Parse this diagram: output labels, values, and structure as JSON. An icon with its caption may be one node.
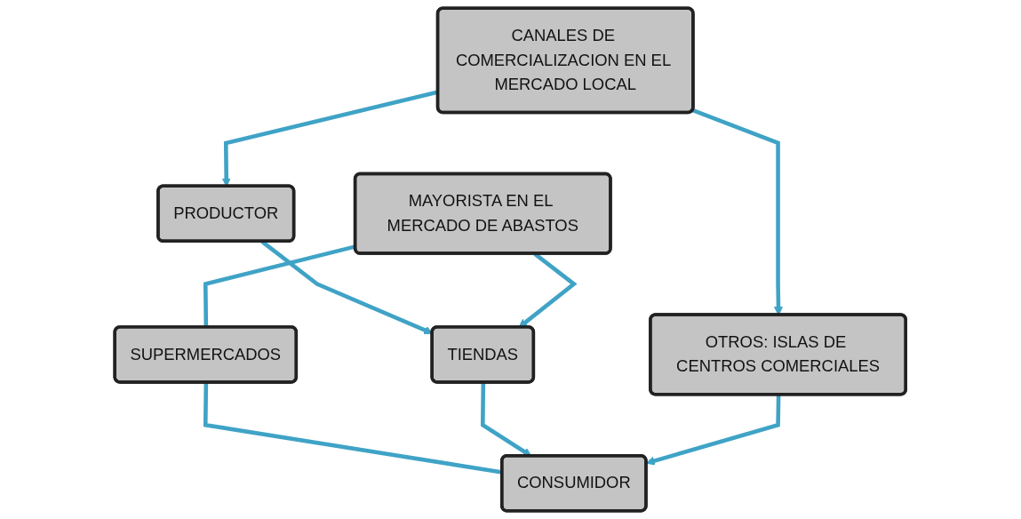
{
  "diagram": {
    "nodes": [
      {
        "text": [
          "CANALES DE COMERCIALIZACION EN EL MERCADO LOCAL"
        ]
      },
      {
        "text": [
          "PRODUCTOR"
        ]
      },
      {
        "text": [
          "TIENDAS"
        ]
      },
      {
        "text": [
          "MAYORISTA EN EL MERCADO DE ABASTOS"
        ]
      },
      {
        "text": [
          "SUPERMERCADOS"
        ]
      },
      {
        "text": [
          "CONSUMIDOR"
        ]
      },
      {
        "text": [
          "OTROS: ISLAS DE CENTROS COMERCIALES"
        ]
      }
    ],
    "edges": [
      {
        "from": 0,
        "to": 1,
        "arrow": "to"
      },
      {
        "from": 0,
        "to": 6,
        "arrow": "to"
      },
      {
        "from": 1,
        "to": 2,
        "arrow": "to"
      },
      {
        "from": 3,
        "to": 4,
        "arrow": "none"
      },
      {
        "from": 3,
        "to": 2,
        "arrow": "to"
      },
      {
        "from": 4,
        "to": 5,
        "arrow": "none"
      },
      {
        "from": 2,
        "to": 5,
        "arrow": "to"
      },
      {
        "from": 6,
        "to": 5,
        "arrow": "to"
      }
    ]
  }
}
